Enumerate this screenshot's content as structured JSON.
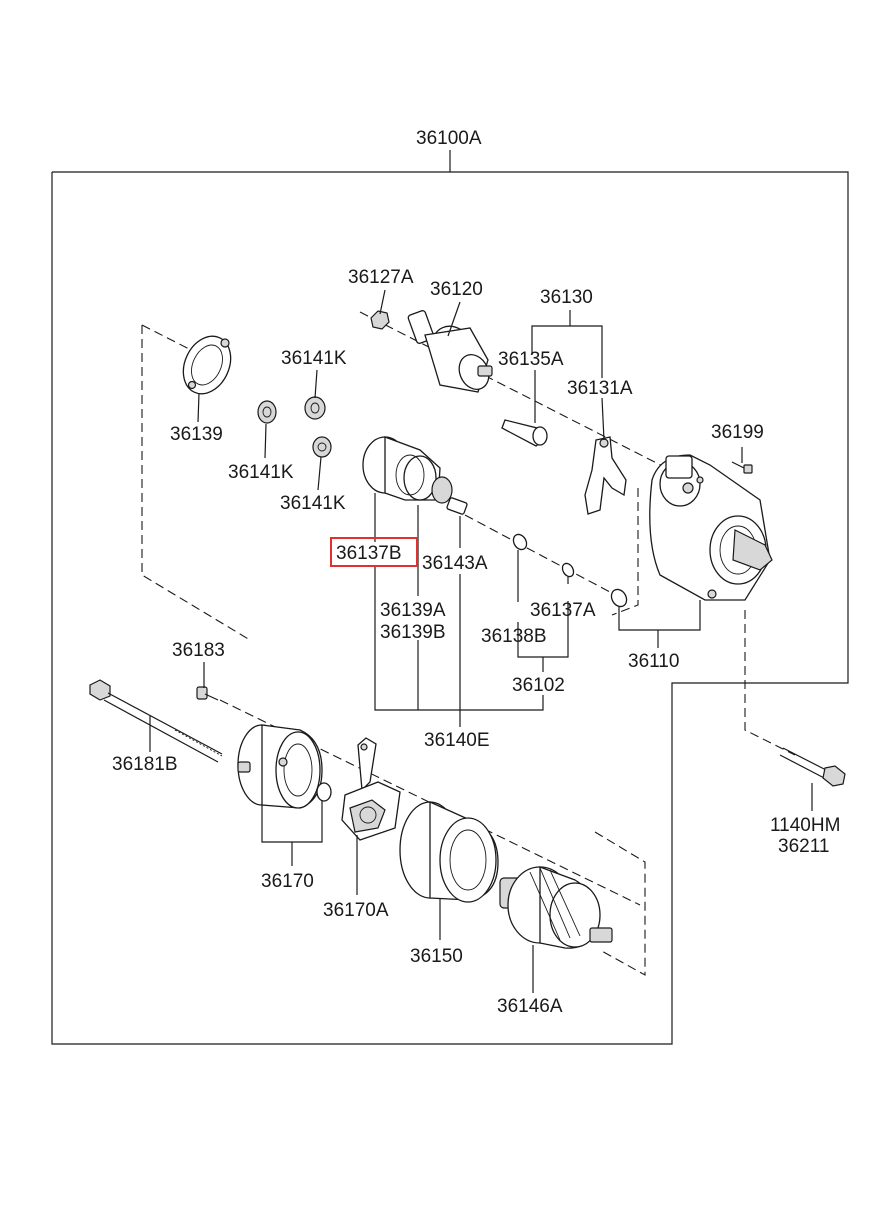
{
  "colors": {
    "highlight": "#e03030",
    "ink": "#1a1a1a",
    "background": "#ffffff"
  },
  "labels": {
    "p36100A": "36100A",
    "p36127A": "36127A",
    "p36120": "36120",
    "p36130": "36130",
    "p36141K_a": "36141K",
    "p36135A": "36135A",
    "p36131A": "36131A",
    "p36139": "36139",
    "p36141K_b": "36141K",
    "p36141K_c": "36141K",
    "p36199": "36199",
    "p36137B": "36137B",
    "p36143A": "36143A",
    "p36139A": "36139A",
    "p36139B": "36139B",
    "p36137A": "36137A",
    "p36138B": "36138B",
    "p36110": "36110",
    "p36183": "36183",
    "p36102": "36102",
    "p36181B": "36181B",
    "p36140E": "36140E",
    "p1140HM": "1140HM",
    "p36211": "36211",
    "p36170": "36170",
    "p36170A": "36170A",
    "p36150": "36150",
    "p36146A": "36146A"
  },
  "highlighted_part": "36137B"
}
